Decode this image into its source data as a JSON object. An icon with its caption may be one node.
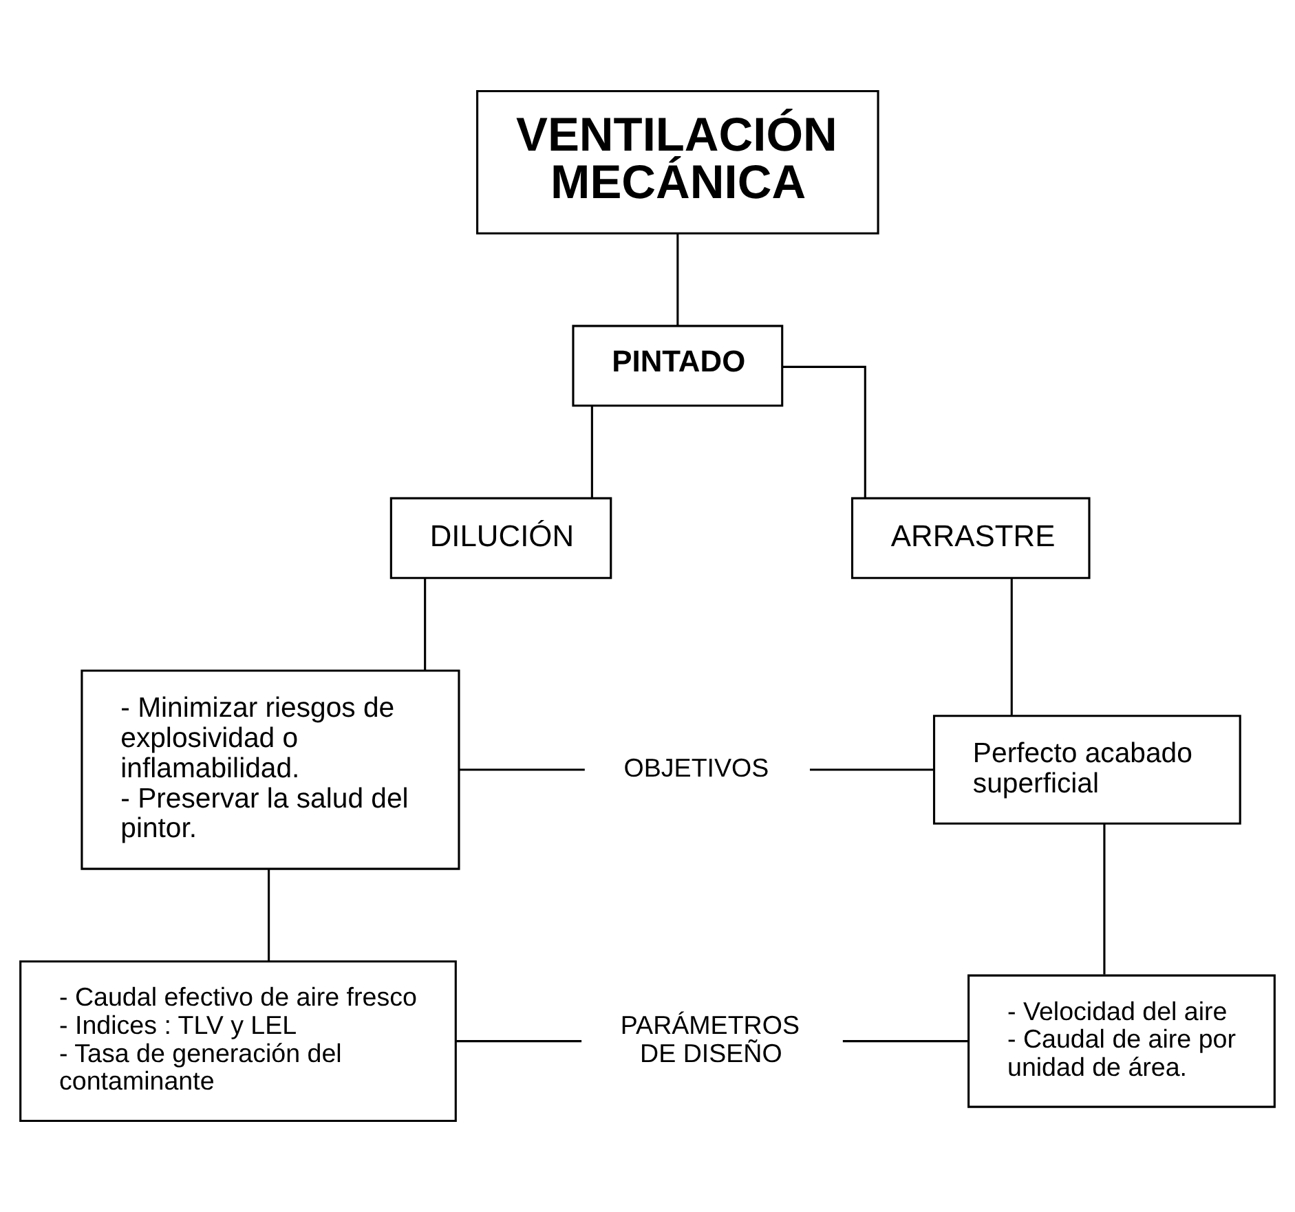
{
  "diagram": {
    "nodes": [
      {
        "text": [
          "VENTILACIÓN MECÁNICA"
        ]
      },
      {
        "text": [
          "PINTADO"
        ]
      },
      {
        "text": [
          "DILUCIÓN"
        ]
      },
      {
        "text": [
          "ARRASTRE"
        ]
      },
      {
        "text": [
          "- Minimizar riesgos de explosividad o inflamabilidad.",
          "- Preservar la salud del pintor."
        ]
      },
      {
        "text": [
          "OBJETIVOS"
        ]
      },
      {
        "text": [
          "Perfecto acabado superficial"
        ]
      },
      {
        "text": [
          "- Caudal efectivo de aire fresco",
          "- Indices : TLV y LEL",
          "- Tasa de generación del contaminante"
        ]
      },
      {
        "text": [
          "PARÁMETROS DE DISEÑO"
        ]
      },
      {
        "text": [
          "- Velocidad del aire",
          "- Caudal de aire por unidad de área."
        ]
      }
    ],
    "edges": [
      {
        "from": 0,
        "to": 1,
        "arrow": "none"
      },
      {
        "from": 1,
        "to": 2,
        "arrow": "none"
      },
      {
        "from": 1,
        "to": 3,
        "arrow": "none"
      },
      {
        "from": 2,
        "to": 4,
        "arrow": "none"
      },
      {
        "from": 3,
        "to": 6,
        "arrow": "none"
      },
      {
        "from": 4,
        "to": 5,
        "arrow": "none"
      },
      {
        "from": 5,
        "to": 6,
        "arrow": "none"
      },
      {
        "from": 4,
        "to": 7,
        "arrow": "none"
      },
      {
        "from": 6,
        "to": 9,
        "arrow": "none"
      },
      {
        "from": 7,
        "to": 8,
        "arrow": "none"
      },
      {
        "from": 8,
        "to": 9,
        "arrow": "none"
      }
    ]
  }
}
